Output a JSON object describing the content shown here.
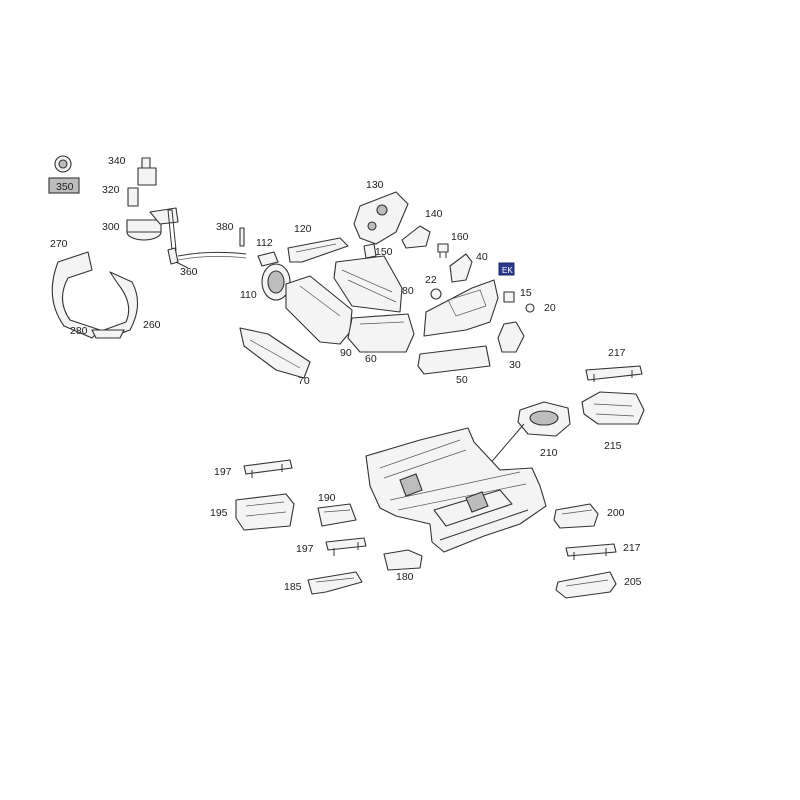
{
  "labels": {
    "p270": "270",
    "p280": "280",
    "p260": "260",
    "p340": "340",
    "p320": "320",
    "p300": "300",
    "p350": "350",
    "p380": "380",
    "p360": "360",
    "p112": "112",
    "p110": "110",
    "p120": "120",
    "p130": "130",
    "p140": "140",
    "p150": "150",
    "p160": "160",
    "p40": "40",
    "p22": "22",
    "p80": "80",
    "p15": "15",
    "p20": "20",
    "p90": "90",
    "p60": "60",
    "p70": "70",
    "p30": "30",
    "p50": "50",
    "p217a": "217",
    "p215": "215",
    "p210": "210",
    "p197a": "197",
    "p195": "195",
    "p190": "190",
    "p200": "200",
    "p197b": "197",
    "p217b": "217",
    "p185": "185",
    "p180": "180",
    "p205": "205"
  },
  "callout_box": {
    "text": "EK"
  },
  "colors": {
    "callout_fill": "#2b3a8a",
    "line": "#333333"
  }
}
